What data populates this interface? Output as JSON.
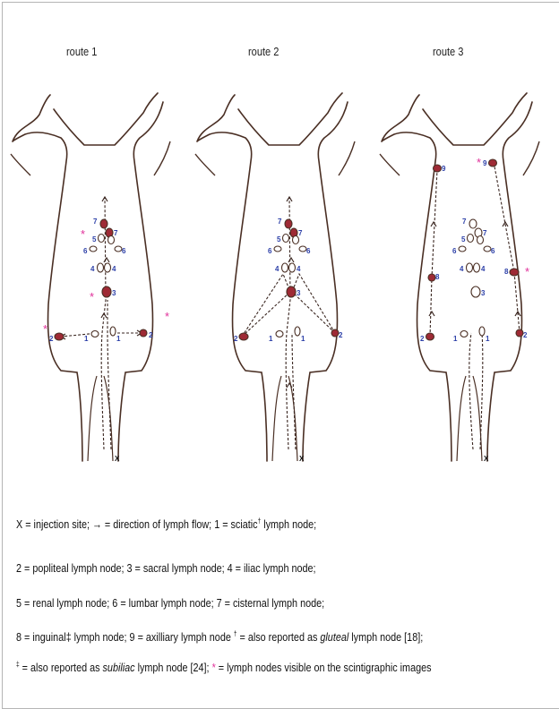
{
  "routes": [
    {
      "title": "route 1"
    },
    {
      "title": "route 2"
    },
    {
      "title": "route 3"
    }
  ],
  "figure": {
    "injection_marker": "X",
    "asterisk": "*",
    "node_numbers": [
      "1",
      "2",
      "3",
      "4",
      "5",
      "6",
      "7",
      "8",
      "9"
    ]
  },
  "legend": {
    "line1": {
      "a": "X = injection site; ",
      "arrow": "→",
      "b": " = direction of lymph flow; 1 = sciatic",
      "dagger": "†",
      "c": " lymph node;"
    },
    "line2": "2 = popliteal lymph node; 3 = sacral lymph node; 4 = iliac lymph node;",
    "line3": "5 = renal lymph node; 6 = lumbar lymph node; 7 = cisternal lymph node;",
    "line4": {
      "a": "8 = inguinal‡ lymph node; 9 = axilliary lymph node ",
      "dagger": "†",
      "b": " = also reported as ",
      "italic": "gluteal",
      "c": " lymph node [18];"
    },
    "line5": {
      "ddagger": "‡",
      "a": " = also reported as ",
      "italic": "subiliac",
      "b": " lymph node [24]; ",
      "star": "*",
      "c": " = lymph nodes visible on the scintigraphic images"
    }
  },
  "colors": {
    "outline": "#4a2f24",
    "node_fill": "#9e2a35",
    "label": "#2c3fa8",
    "asterisk": "#e0309a"
  }
}
